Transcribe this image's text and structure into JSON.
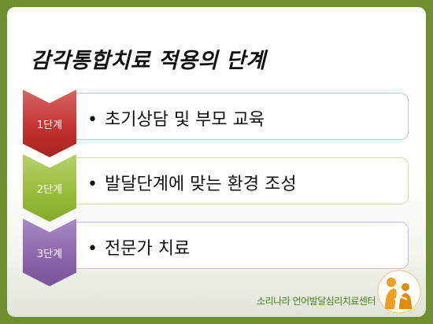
{
  "title": "감각통합치료 적용의 단계",
  "steps": [
    {
      "label": "1단계",
      "text": "초기상담 및 부모 교육",
      "color": "#c0302e"
    },
    {
      "label": "2단계",
      "text": "발달단계에 맞는 환경 조성",
      "color": "#98bb3a"
    },
    {
      "label": "3단계",
      "text": "전문가 치료",
      "color": "#8a64aa"
    }
  ],
  "bullet": "•",
  "footer": {
    "text": "소리나라 언어발달심리치료센터",
    "logo_icon": "figures-logo-icon",
    "logo_color": "#f0a020"
  },
  "colors": {
    "frame": "#6f8f2f"
  }
}
